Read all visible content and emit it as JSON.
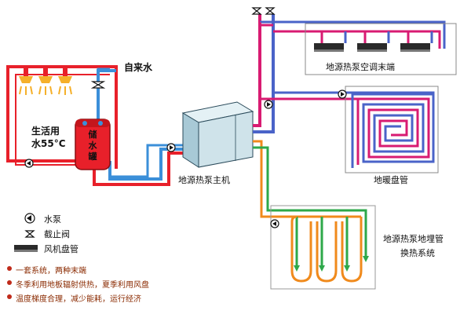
{
  "labels": {
    "tap_water": "自来水",
    "domestic_water": "生活用",
    "domestic_temp": "水55°C",
    "storage_tank": "储水罐",
    "host": "地源热泵主机",
    "ac_terminal": "地源热泵空调末端",
    "floor_coil": "地暖盘管",
    "ground_loop_line1": "地源热泵地埋管",
    "ground_loop_line2": "换热系统"
  },
  "legend": [
    {
      "icon": "pump-icon",
      "label": "水泵"
    },
    {
      "icon": "valve-icon",
      "label": "截止阀"
    },
    {
      "icon": "fan-coil-icon",
      "label": "风机盘管"
    }
  ],
  "notes": [
    "一套系统，两种末端",
    "冬季利用地板辐射供热，夏季利用风盘",
    "温度梯度合理，减少能耗，运行经济"
  ],
  "colors": {
    "hot_red": "#e8202a",
    "cold_blue": "#3b8fd9",
    "magenta": "#d81b72",
    "blue_violet": "#4a63c8",
    "green": "#2ea84a",
    "orange": "#f08a1c",
    "host_box": "#cfe3ea"
  }
}
